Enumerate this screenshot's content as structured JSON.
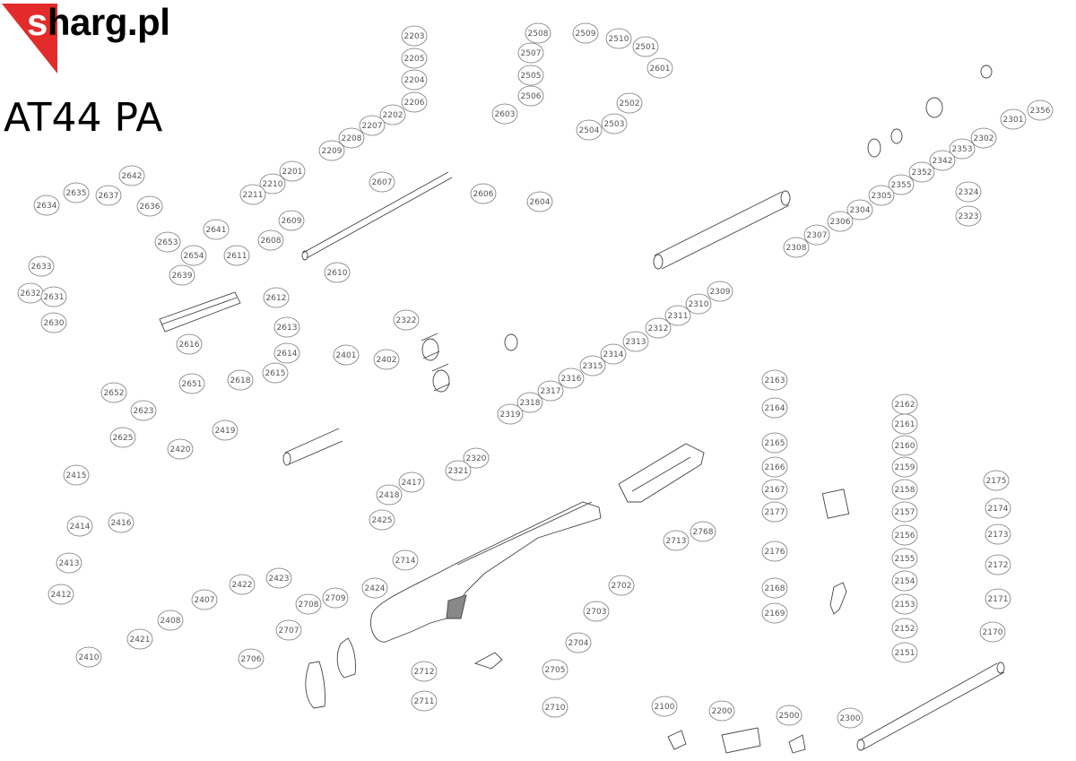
{
  "brand": {
    "logo_letter": "s",
    "logo_text": "harg.pl",
    "logo_color": "#e32b2b"
  },
  "model": "AT44 PA",
  "callouts": [
    "2203",
    "2205",
    "2204",
    "2206",
    "2202",
    "2207",
    "2208",
    "2209",
    "2201",
    "2210",
    "2211",
    "2508",
    "2509",
    "2510",
    "2501",
    "2507",
    "2505",
    "2506",
    "2502",
    "2504",
    "2503",
    "2601",
    "2603",
    "2604",
    "2606",
    "2356",
    "2301",
    "2302",
    "2353",
    "2342",
    "2352",
    "2355",
    "2305",
    "2304",
    "2306",
    "2307",
    "2308",
    "2324",
    "2323",
    "2642",
    "2637",
    "2636",
    "2634",
    "2635",
    "2633",
    "2632",
    "2631",
    "2630",
    "2653",
    "2639",
    "2654",
    "2641",
    "2611",
    "2608",
    "2609",
    "2607",
    "2610",
    "2612",
    "2613",
    "2614",
    "2615",
    "2616",
    "2618",
    "2651",
    "2309",
    "2310",
    "2311",
    "2312",
    "2313",
    "2314",
    "2315",
    "2316",
    "2317",
    "2318",
    "2319",
    "2320",
    "2321",
    "2322",
    "2652",
    "2623",
    "2625",
    "2401",
    "2402",
    "2419",
    "2420",
    "2417",
    "2418",
    "2425",
    "2423",
    "2424",
    "2415",
    "2414",
    "2416",
    "2413",
    "2412",
    "2410",
    "2421",
    "2408",
    "2407",
    "2422",
    "2163",
    "2164",
    "2162",
    "2161",
    "2160",
    "2165",
    "2166",
    "2159",
    "2167",
    "2158",
    "2177",
    "2157",
    "2156",
    "2155",
    "2176",
    "2154",
    "2168",
    "2153",
    "2169",
    "2152",
    "2151",
    "2175",
    "2174",
    "2173",
    "2172",
    "2171",
    "2170",
    "2713",
    "2768",
    "2714",
    "2702",
    "2703",
    "2704",
    "2705",
    "2708",
    "2709",
    "2707",
    "2706",
    "2712",
    "2711",
    "2710",
    "2100",
    "2200",
    "2500",
    "2300"
  ]
}
